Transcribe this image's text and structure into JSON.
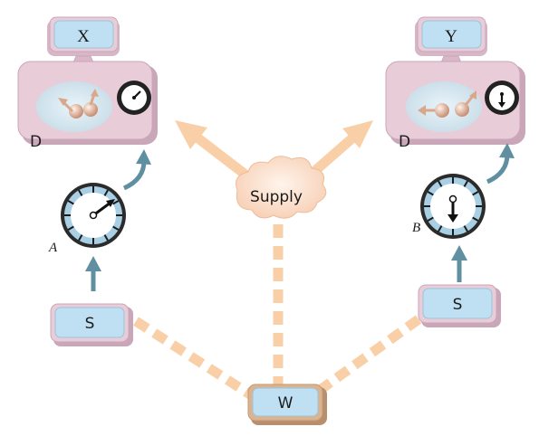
{
  "labels": {
    "detector_left_display": "X",
    "detector_right_display": "Y",
    "detector_left_letter": "D",
    "detector_right_letter": "D",
    "source_left": "S",
    "source_right": "S",
    "bottom_box": "W",
    "cloud": "Supply",
    "dial_left_label": "A",
    "dial_right_label": "B"
  },
  "colors": {
    "peach": "#f9cfa8",
    "box_pink": "#e8ccd8",
    "box_pink_dark": "#c9a7b8",
    "display_blue": "#bfe0f2",
    "arrow_slate": "#5f8fa0",
    "bottom_box_tan": "#dbb48f"
  }
}
